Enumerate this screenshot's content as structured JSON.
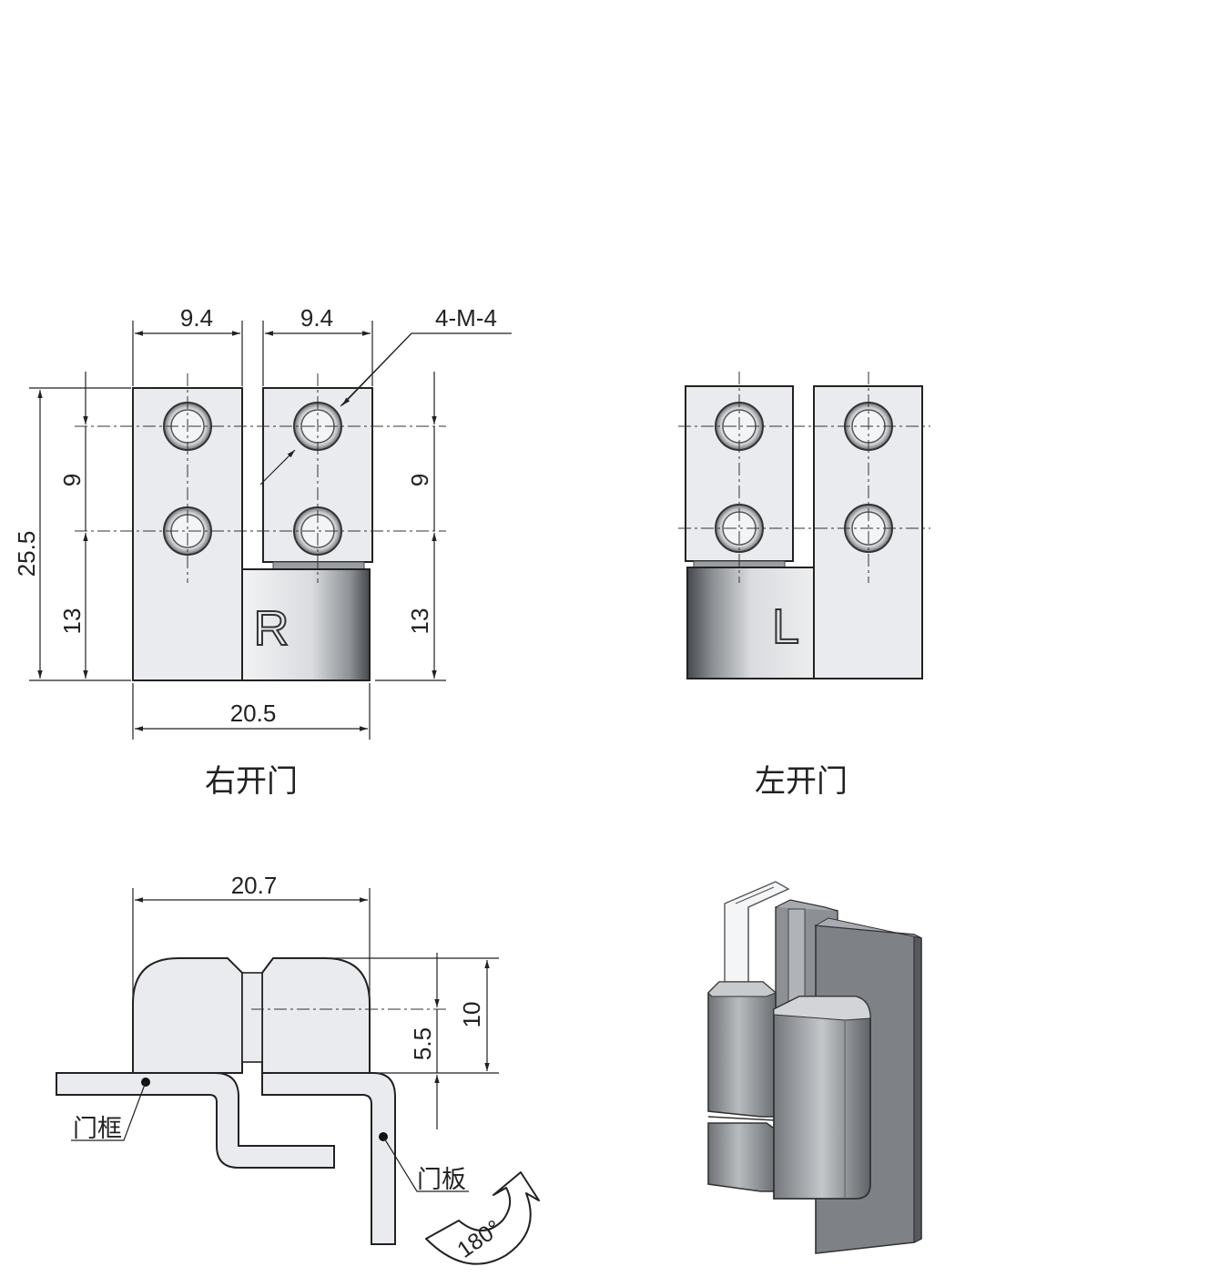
{
  "right_door_view": {
    "caption": "右开门",
    "dim_left_width": "9.4",
    "dim_right_width": "9.4",
    "thread_callout": "4-M-4",
    "dim_hole_pitch_left": "9",
    "dim_hole_pitch_right": "9",
    "dim_total_height": "25.5",
    "dim_lower_left": "13",
    "dim_lower_right": "13",
    "dim_total_width": "20.5",
    "mark": "R"
  },
  "left_door_view": {
    "caption": "左开门",
    "mark": "L"
  },
  "section_view": {
    "dim_width": "20.7",
    "dim_height": "10",
    "dim_axis_height": "5.5",
    "label_frame": "门框",
    "label_panel": "门板",
    "rotation_label": "180°"
  },
  "iso_view": {},
  "colors": {
    "line": "#222222",
    "part_fill": "#e9ebee",
    "iso_dark": "#7d8186",
    "iso_light": "#b4b7bb"
  }
}
